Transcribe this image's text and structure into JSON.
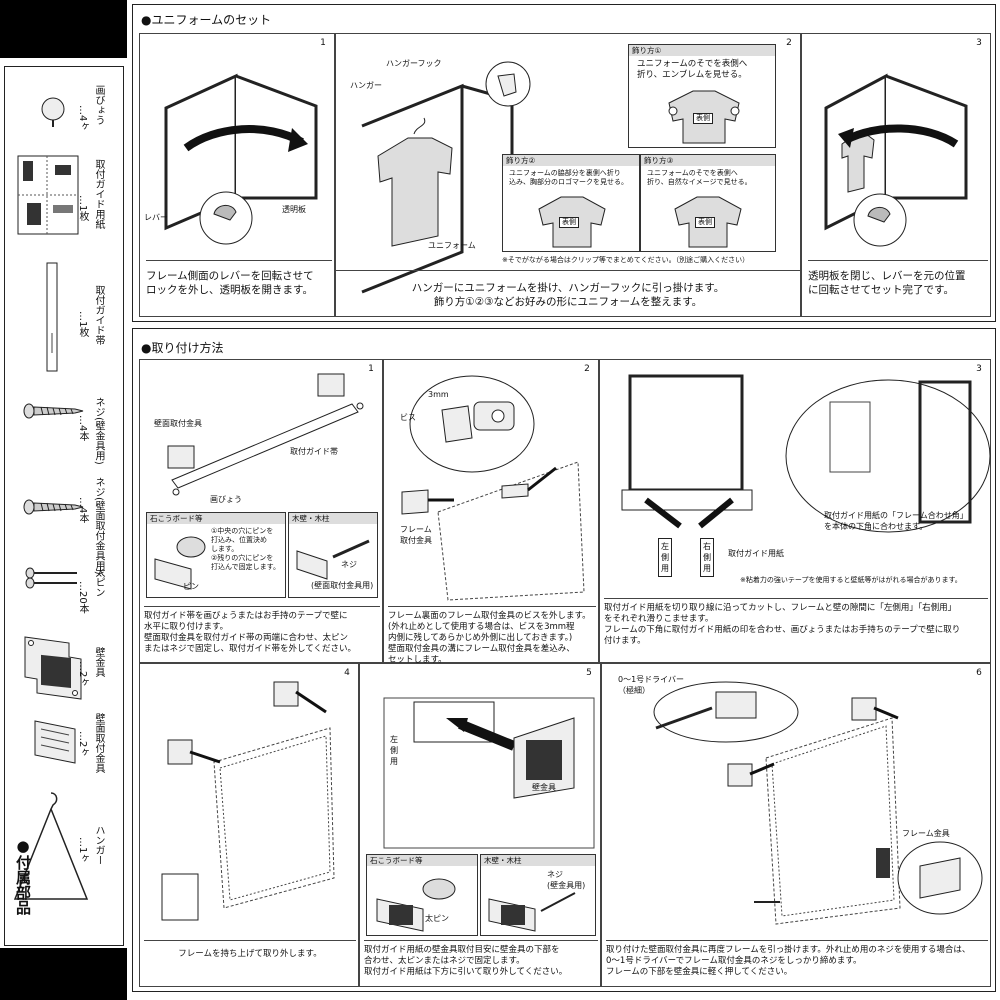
{
  "parts_panel": {
    "title": "●付属部品",
    "items": [
      {
        "name": "画びょう",
        "qty": "…4ヶ"
      },
      {
        "name": "取付ガイド用紙",
        "qty": "…1枚"
      },
      {
        "name": "取付ガイド帯",
        "qty": "…1枚"
      },
      {
        "name": "ネジ(壁金具用)",
        "qty": "…4本"
      },
      {
        "name": "ネジ(壁面取付金具用)",
        "qty": "…4本"
      },
      {
        "name": "太ピン",
        "qty": "…20本"
      },
      {
        "name": "壁金具",
        "qty": "…2ヶ"
      },
      {
        "name": "壁面取付金具",
        "qty": "…2ヶ"
      },
      {
        "name": "ハンガー",
        "qty": "…1ヶ"
      }
    ]
  },
  "section1": {
    "title": "●ユニフォームのセット",
    "panel1": {
      "num": "1",
      "labels": {
        "lever": "レバー",
        "clear": "透明板"
      },
      "caption": "フレーム側面のレバーを回転させて\nロックを外し、透明板を開きます。"
    },
    "panel2": {
      "num": "2",
      "labels": {
        "hook": "ハンガーフック",
        "hanger": "ハンガー",
        "uniform": "ユニフォーム",
        "front1": "表側",
        "front2": "表側",
        "front3": "表側"
      },
      "style1": {
        "head": "飾り方①",
        "text": "ユニフォームのそでを表側へ\n折り、エンブレムを見せる。"
      },
      "style2": {
        "head": "飾り方②",
        "text": "ユニフォームの脇部分を裏側へ折り\n込み、胸部分のロゴマークを見せる。"
      },
      "style3": {
        "head": "飾り方③",
        "text": "ユニフォームのそでを表側へ\n折り、自然なイメージで見せる。"
      },
      "note": "※そでがながる場合はクリップ等でまとめてください。（別途ご購入ください）",
      "caption": "ハンガーにユニフォームを掛け、ハンガーフックに引っ掛けます。\n飾り方①②③などお好みの形にユニフォームを整えます。"
    },
    "panel3": {
      "num": "3",
      "caption": "透明板を閉じ、レバーを元の位置\nに回転させてセット完了です。"
    }
  },
  "section2": {
    "title": "●取り付け方法",
    "p1": {
      "num": "1",
      "labels": {
        "wall_bracket": "壁面取付金具",
        "guide_band": "取付ガイド帯",
        "pushpin": "画びょう",
        "pin": "ピン",
        "screw": "ネジ",
        "screw_sub": "(壁面取付金具用)"
      },
      "gypsum": {
        "head": "石こうボード等",
        "text": "①中央の穴にピンを\n打込み、位置決め\nします。\n②残りの穴にピンを\n打込んで固定します。"
      },
      "wood": {
        "head": "木壁・木柱"
      },
      "caption": "取付ガイド帯を画びょうまたはお手持のテープで壁に\n水平に取り付けます。\n壁面取付金具を取付ガイド帯の両端に合わせ、太ピン\nまたはネジで固定し、取付ガイド帯を外してください。"
    },
    "p2": {
      "num": "2",
      "labels": {
        "screw": "ビス",
        "dim": "3mm",
        "frame_bracket": "フレーム\n取付金具"
      },
      "caption": "フレーム裏面のフレーム取付金具のビスを外します。\n(外れ止めとして使用する場合は、ビスを3mm程\n内側に残してあらかじめ外側に出しておきます。)\n壁面取付金具の溝にフレーム取付金具を差込み、\nセットします。"
    },
    "p3": {
      "num": "3",
      "labels": {
        "left": "左\n側\n用",
        "right": "右\n側\n用",
        "guide_paper": "取付ガイド用紙",
        "corner": "取付ガイド用紙の「フレーム合わせ角」\nを本体の下角に合わせます。"
      },
      "note": "※粘着力の強いテープを使用すると壁紙等がはがれる場合があります。",
      "caption": "取付ガイド用紙を切り取り線に沿ってカットし、フレームと壁の隙間に「左側用」「右側用」\nをそれぞれ滑りこませます。\nフレームの下角に取付ガイド用紙の印を合わせ、画びょうまたはお手持ちのテープで壁に取り\n付けます。"
    },
    "p4": {
      "num": "4",
      "caption": "フレームを持ち上げて取り外します。"
    },
    "p5": {
      "num": "5",
      "labels": {
        "wall_metal": "壁金具",
        "left_use": "左\n側\n用",
        "pin": "太ピン",
        "screw": "ネジ\n(壁金具用)"
      },
      "gypsum_head": "石こうボード等",
      "wood_head": "木壁・木柱",
      "caption": "取付ガイド用紙の壁金具取付目安に壁金具の下部を\n合わせ、太ピンまたはネジで固定します。\n取付ガイド用紙は下方に引いて取り外してください。"
    },
    "p6": {
      "num": "6",
      "labels": {
        "driver": "0～1号ドライバー\n（極細）",
        "frame_metal": "フレーム金具"
      },
      "caption": "取り付けた壁面取付金具に再度フレームを引っ掛けます。外れ止め用のネジを使用する場合は、\n0～1号ドライバーでフレーム取付金具のネジをしっかり締めます。\nフレームの下部を壁金具に軽く押してください。"
    }
  }
}
